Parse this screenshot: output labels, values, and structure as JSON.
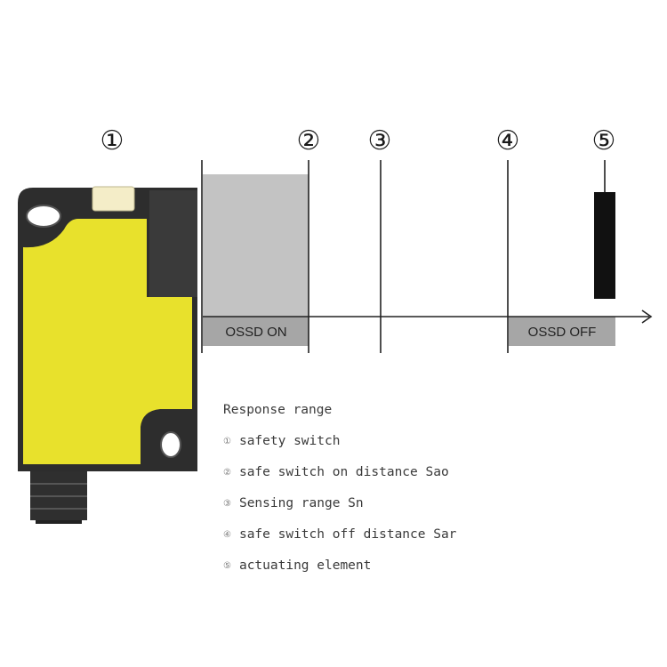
{
  "callouts": {
    "sensor": "①",
    "switch_on": "②",
    "sensing_range": "③",
    "switch_off": "④",
    "actuator": "⑤"
  },
  "zones": {
    "on_label": "OSSD ON",
    "off_label": "OSSD OFF"
  },
  "legend": {
    "title": "Response range",
    "items": [
      {
        "num": "①",
        "text": "safety switch"
      },
      {
        "num": "②",
        "text": "safe switch on distance Sao"
      },
      {
        "num": "③",
        "text": "Sensing range Sn"
      },
      {
        "num": "④",
        "text": "safe switch off distance Sar"
      },
      {
        "num": "⑤",
        "text": "actuating element"
      }
    ]
  },
  "colors": {
    "sensor_yellow": "#e8e12c",
    "sensor_body": "#2d2d2d",
    "led": "#f4edc8",
    "zone_gray": "#c3c3c3",
    "label_box": "#a6a6a6",
    "actuator": "#111111"
  }
}
